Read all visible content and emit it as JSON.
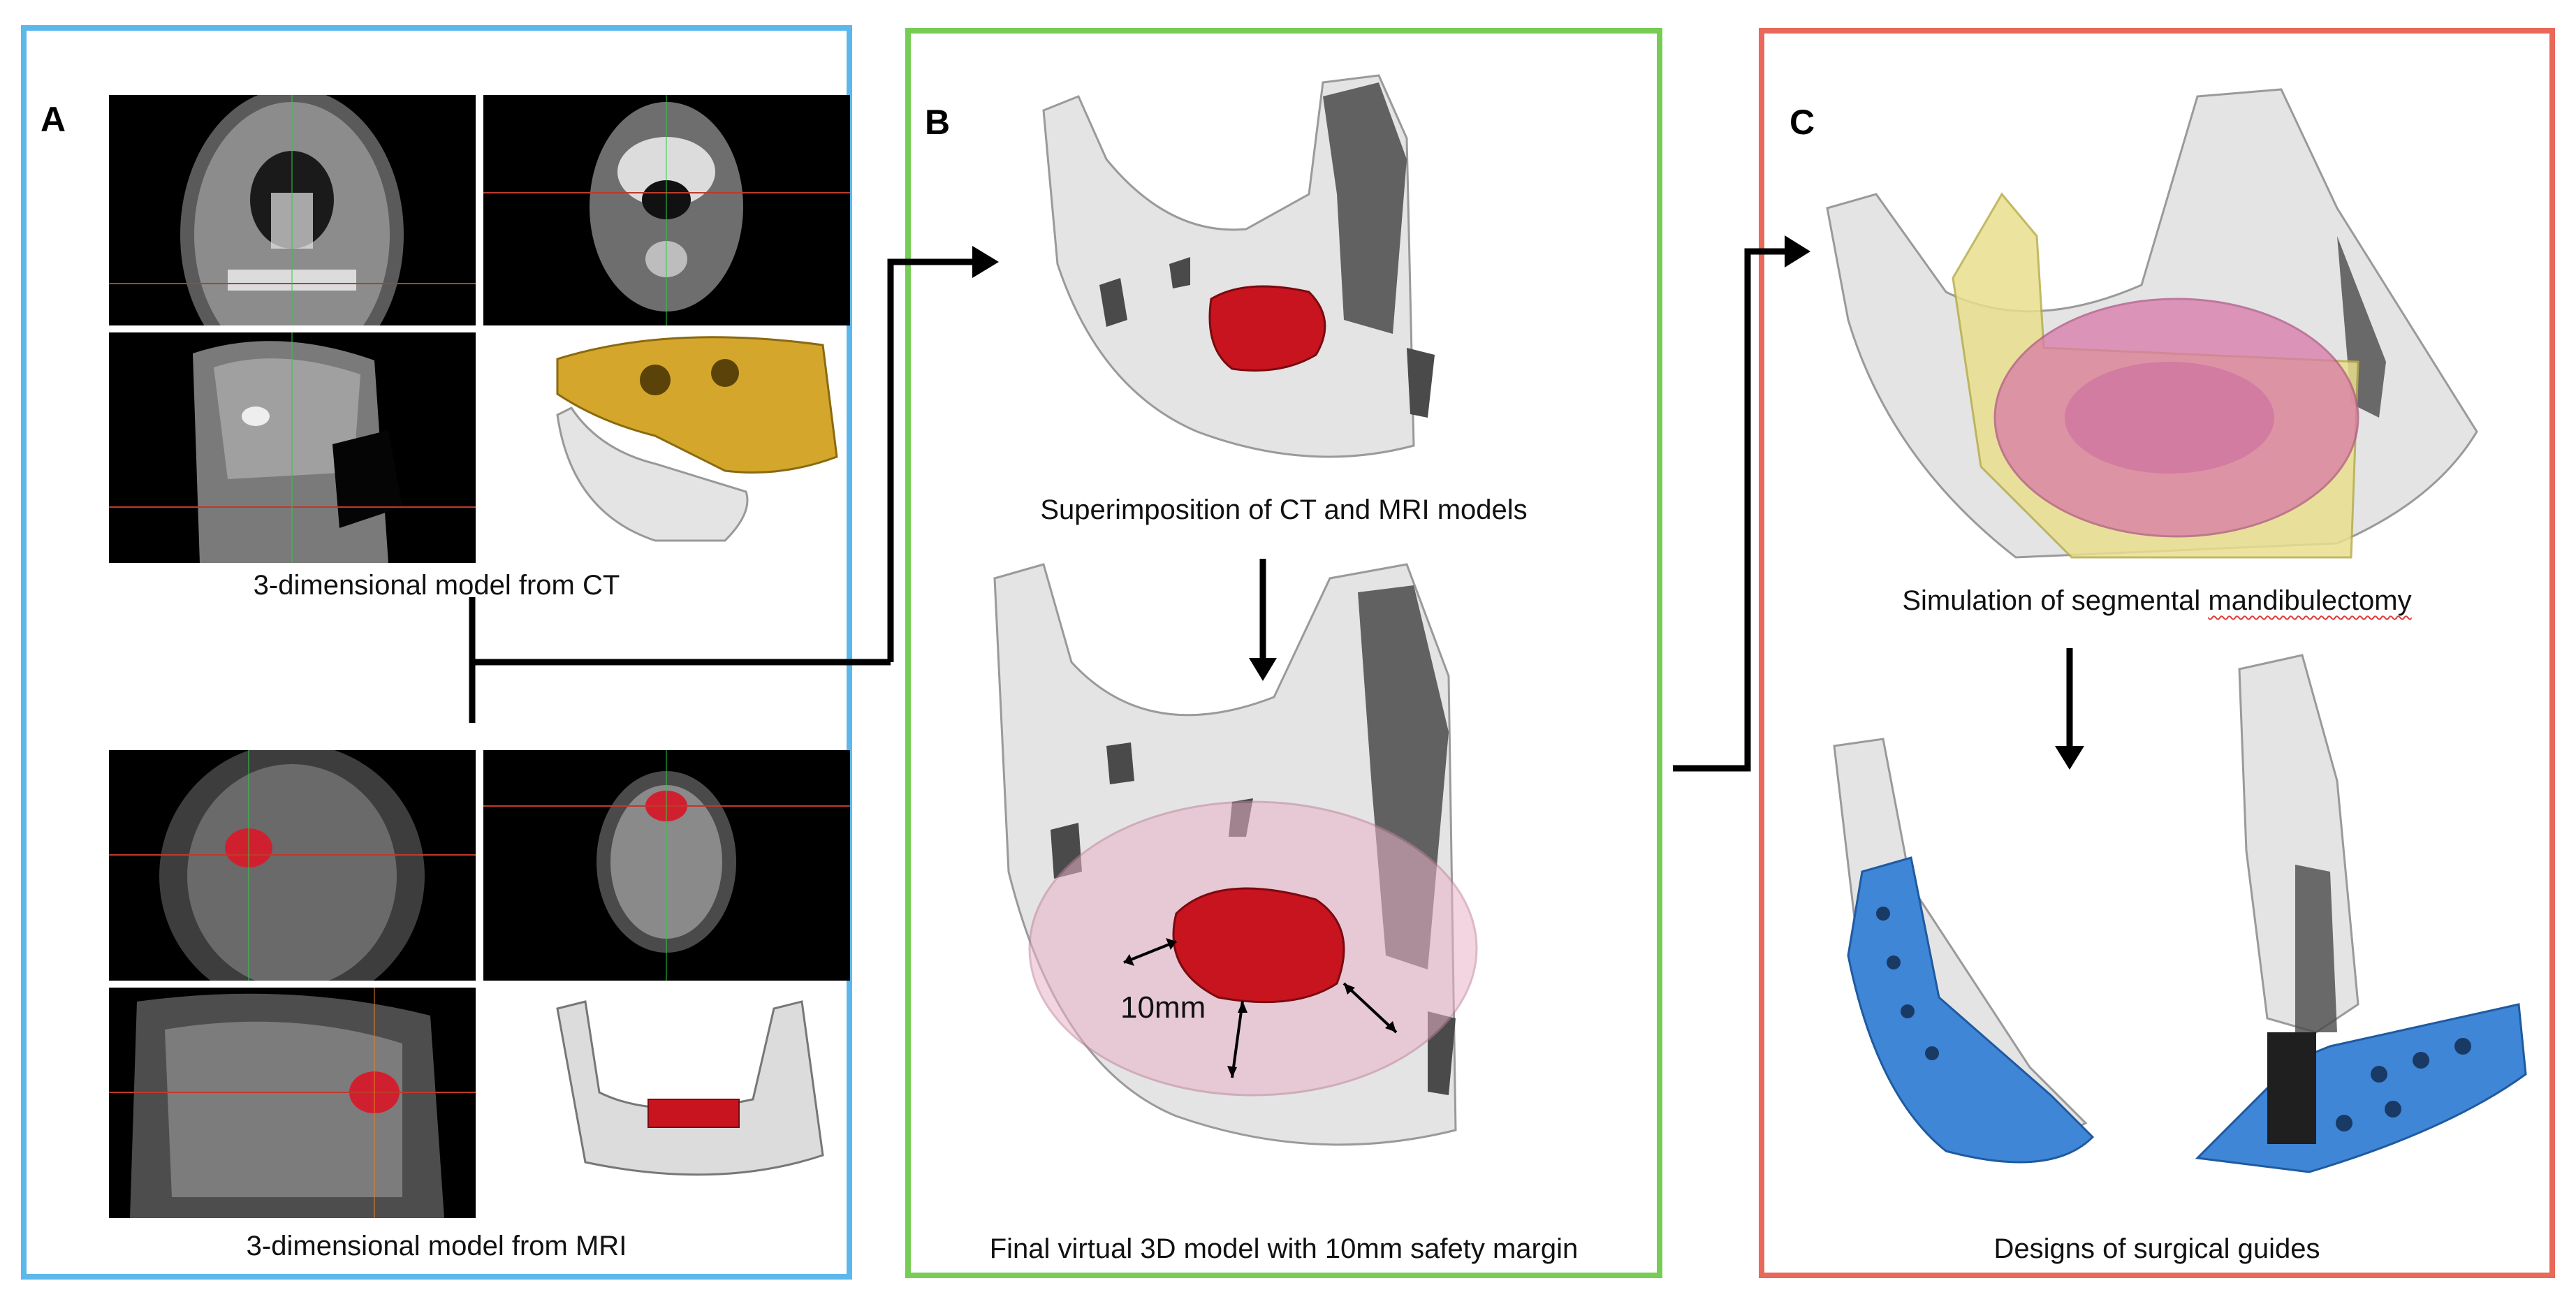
{
  "panels": {
    "a": {
      "letter": "A",
      "ct_caption": "3-dimensional model from CT",
      "mri_caption": "3-dimensional model from MRI"
    },
    "b": {
      "letter": "B",
      "superimposition_caption": "Superimposition of CT and MRI models",
      "final_caption": "Final virtual 3D model with 10mm safety margin",
      "margin_label": "10mm"
    },
    "c": {
      "letter": "C",
      "simulation_caption_prefix": "Simulation of segmental ",
      "simulation_caption_word": "mandibulectomy",
      "guides_caption": "Designs of surgical guides"
    }
  },
  "colors": {
    "panel_a_border": "#5cb8ec",
    "panel_b_border": "#77cc55",
    "panel_c_border": "#e8685a",
    "bone": "#e4e4e4",
    "bone_dark": "#4a4a4a",
    "tumor": "#c8141e",
    "safety_margin": "#e8b3c8",
    "resection_zone": "#e9e08e",
    "guide": "#3f86d6",
    "ct_skull": "#d4a72c"
  }
}
